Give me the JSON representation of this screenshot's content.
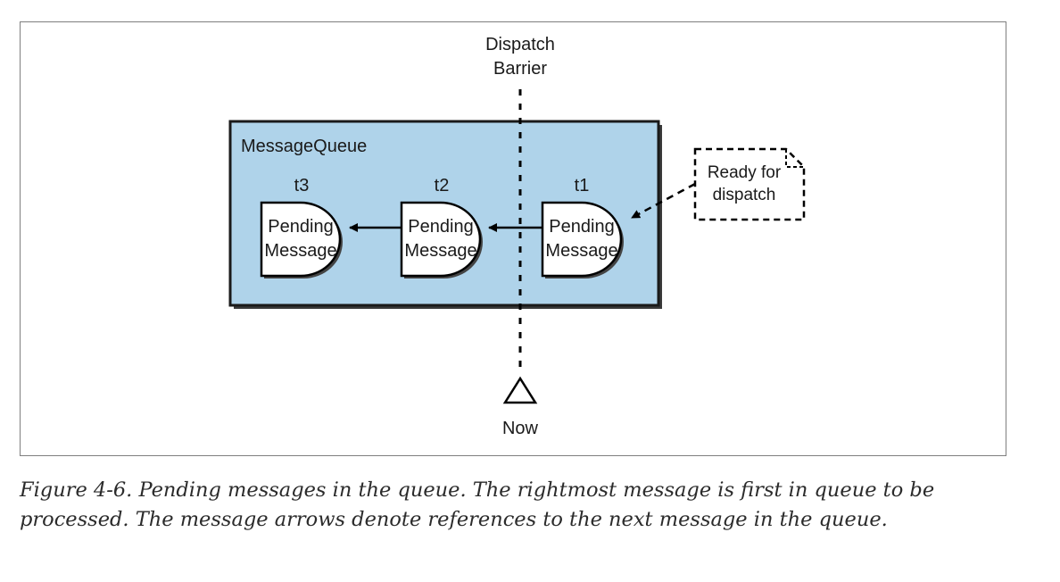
{
  "diagram": {
    "barrier_label_line1": "Dispatch",
    "barrier_label_line2": "Barrier",
    "queue_title": "MessageQueue",
    "messages": [
      {
        "time": "t3",
        "line1": "Pending",
        "line2": "Message"
      },
      {
        "time": "t2",
        "line1": "Pending",
        "line2": "Message"
      },
      {
        "time": "t1",
        "line1": "Pending",
        "line2": "Message"
      }
    ],
    "note_line1": "Ready for",
    "note_line2": "dispatch",
    "now_label": "Now",
    "colors": {
      "queue_fill": "#afd3ea",
      "queue_border": "#1a1a1a",
      "message_fill": "#ffffff",
      "arrow": "#000000"
    }
  },
  "caption": {
    "line1": "Figure 4-6. Pending messages in the queue. The rightmost message is first in queue to be",
    "line2": "processed. The message arrows denote references to the next message in the queue."
  }
}
